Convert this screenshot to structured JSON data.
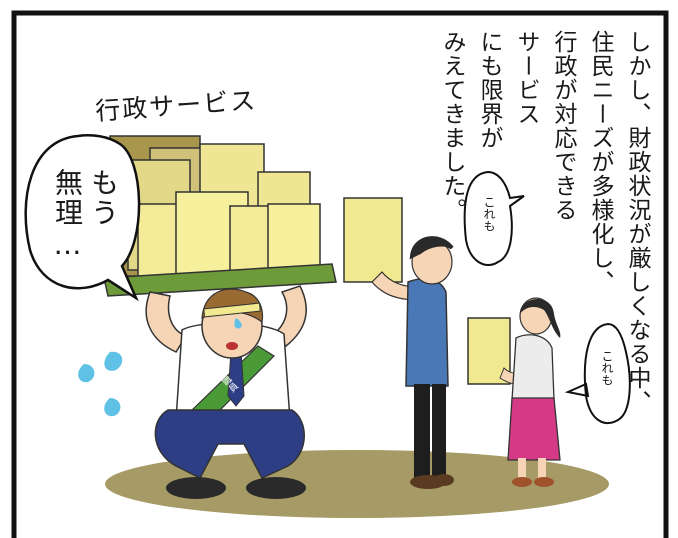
{
  "narration": [
    "しかし、財政状況が厳しくなる中、",
    "住民ニーズが多様化し、",
    "行政が対応できる",
    "サービス",
    "にも限界が",
    "みえてきました。"
  ],
  "services_label": "行政サービス",
  "worker_speech": [
    "もう",
    "無理…"
  ],
  "man_speech": "これも",
  "woman_speech": "これも",
  "sash_text": "職員",
  "colors": {
    "frame": "#111111",
    "box_fill": "#f1e98f",
    "box_dark": "#cbb96a",
    "tray": "#6e9b3a",
    "floor": "#a69a67",
    "sweat": "#5fc1e6",
    "shirt_blue": "#4a78b6",
    "skirt": "#d43a86",
    "trousers": "#2d3e85"
  }
}
